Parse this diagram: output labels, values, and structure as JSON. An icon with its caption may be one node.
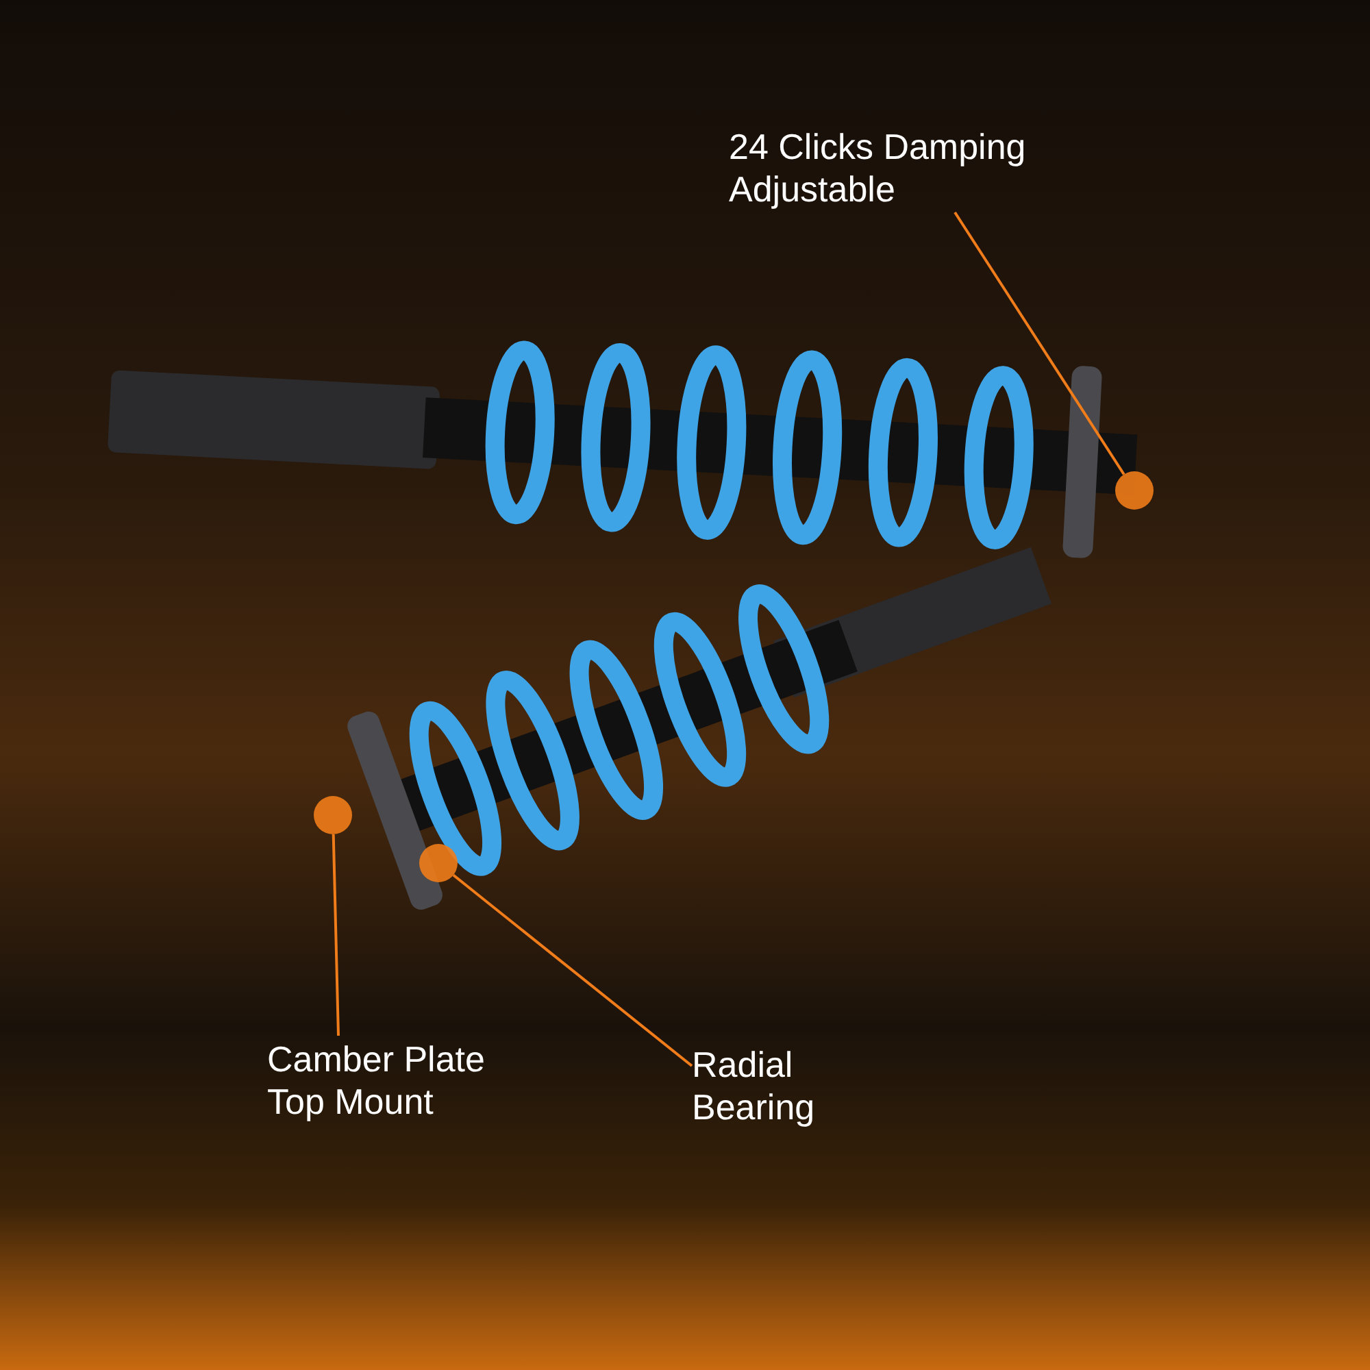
{
  "diagram": {
    "nodes": [
      {
        "text": [
          "24 Clicks Damping Adjustable"
        ]
      },
      {
        "text": [],
        "shape": "circle"
      },
      {
        "text": [
          "Camber Plate Top Mount"
        ]
      },
      {
        "text": [],
        "shape": "circle"
      },
      {
        "text": [
          "Radial Bearing"
        ]
      },
      {
        "text": [],
        "shape": "circle"
      }
    ],
    "edges": [
      {
        "from": 0,
        "to": 1,
        "arrow": "none"
      },
      {
        "from": 2,
        "to": 3,
        "arrow": "none"
      },
      {
        "from": 4,
        "to": 5,
        "arrow": "none"
      }
    ]
  }
}
